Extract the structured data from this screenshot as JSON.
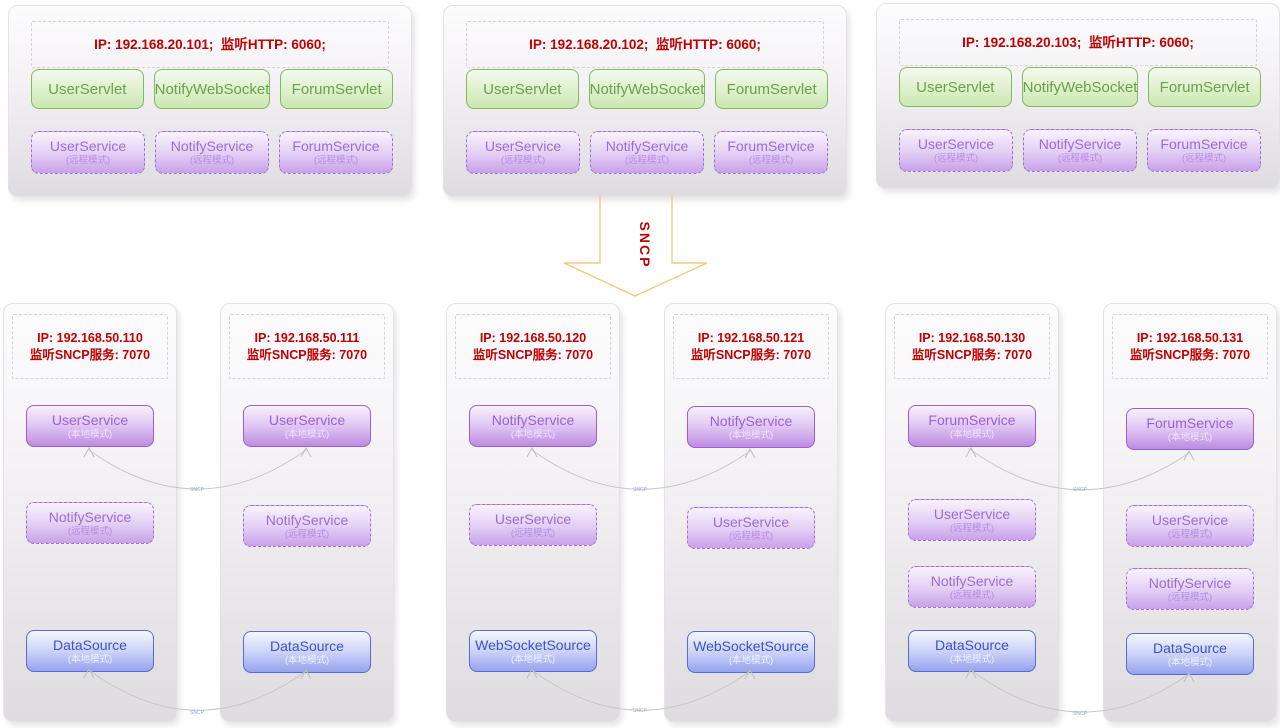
{
  "arrow": {
    "label": "SNCP"
  },
  "connector_label": "SNCP",
  "colors": {
    "red_text": "#c00000",
    "green_border": "#82b961",
    "green_text": "#6ca04c",
    "purple_border": "#9c5fd2",
    "purple_text": "#9a62d0",
    "blue_border": "#5a6ad8",
    "blue_text": "#3c52cc",
    "arrow_outline": "#f2ca7c",
    "connector_line": "#c4c4c4",
    "connector_label": "#8fa9d6"
  },
  "top_panels": [
    {
      "ip": "IP: 192.168.20.101;  监听HTTP: 6060;",
      "servlets": [
        "UserServlet",
        "NotifyWebSocket",
        "ForumServlet"
      ],
      "services": [
        {
          "name": "UserService",
          "mode": "(远程模式)"
        },
        {
          "name": "NotifyService",
          "mode": "(远程模式)"
        },
        {
          "name": "ForumService",
          "mode": "(远程模式)"
        }
      ]
    },
    {
      "ip": "IP: 192.168.20.102;  监听HTTP: 6060;",
      "servlets": [
        "UserServlet",
        "NotifyWebSocket",
        "ForumServlet"
      ],
      "services": [
        {
          "name": "UserService",
          "mode": "(远程模式)"
        },
        {
          "name": "NotifyService",
          "mode": "(远程模式)"
        },
        {
          "name": "ForumService",
          "mode": "(远程模式)"
        }
      ]
    },
    {
      "ip": "IP: 192.168.20.103;  监听HTTP: 6060;",
      "servlets": [
        "UserServlet",
        "NotifyWebSocket",
        "ForumServlet"
      ],
      "services": [
        {
          "name": "UserService",
          "mode": "(远程模式)"
        },
        {
          "name": "NotifyService",
          "mode": "(远程模式)"
        },
        {
          "name": "ForumService",
          "mode": "(远程模式)"
        }
      ]
    }
  ],
  "bottom_panels": [
    {
      "ip1": "IP: 192.168.50.110",
      "ip2": "监听SNCP服务: 7070",
      "boxes": [
        {
          "name": "UserService",
          "mode": "(本地模式)"
        },
        {
          "name": "NotifyService",
          "mode": "(远程模式)"
        },
        {
          "name": "DataSource",
          "mode": "(本地模式)"
        }
      ]
    },
    {
      "ip1": "IP: 192.168.50.111",
      "ip2": "监听SNCP服务: 7070",
      "boxes": [
        {
          "name": "UserService",
          "mode": "(本地模式)"
        },
        {
          "name": "NotifyService",
          "mode": "(远程模式)"
        },
        {
          "name": "DataSource",
          "mode": "(本地模式)"
        }
      ]
    },
    {
      "ip1": "IP: 192.168.50.120",
      "ip2": "监听SNCP服务: 7070",
      "boxes": [
        {
          "name": "NotifyService",
          "mode": "(本地模式)"
        },
        {
          "name": "UserService",
          "mode": "(远程模式)"
        },
        {
          "name": "WebSocketSource",
          "mode": "(本地模式)"
        }
      ]
    },
    {
      "ip1": "IP: 192.168.50.121",
      "ip2": "监听SNCP服务: 7070",
      "boxes": [
        {
          "name": "NotifyService",
          "mode": "(本地模式)"
        },
        {
          "name": "UserService",
          "mode": "(远程模式)"
        },
        {
          "name": "WebSocketSource",
          "mode": "(本地模式)"
        }
      ]
    },
    {
      "ip1": "IP: 192.168.50.130",
      "ip2": "监听SNCP服务: 7070",
      "boxes": [
        {
          "name": "ForumService",
          "mode": "(本地模式)"
        },
        {
          "name": "UserService",
          "mode": "(远程模式)"
        },
        {
          "name": "NotifyService",
          "mode": "(远程模式)"
        },
        {
          "name": "DataSource",
          "mode": "(本地模式)"
        }
      ]
    },
    {
      "ip1": "IP: 192.168.50.131",
      "ip2": "监听SNCP服务: 7070",
      "boxes": [
        {
          "name": "ForumService",
          "mode": "(本地模式)"
        },
        {
          "name": "UserService",
          "mode": "(远程模式)"
        },
        {
          "name": "NotifyService",
          "mode": "(远程模式)"
        },
        {
          "name": "DataSource",
          "mode": "(本地模式)"
        }
      ]
    }
  ]
}
